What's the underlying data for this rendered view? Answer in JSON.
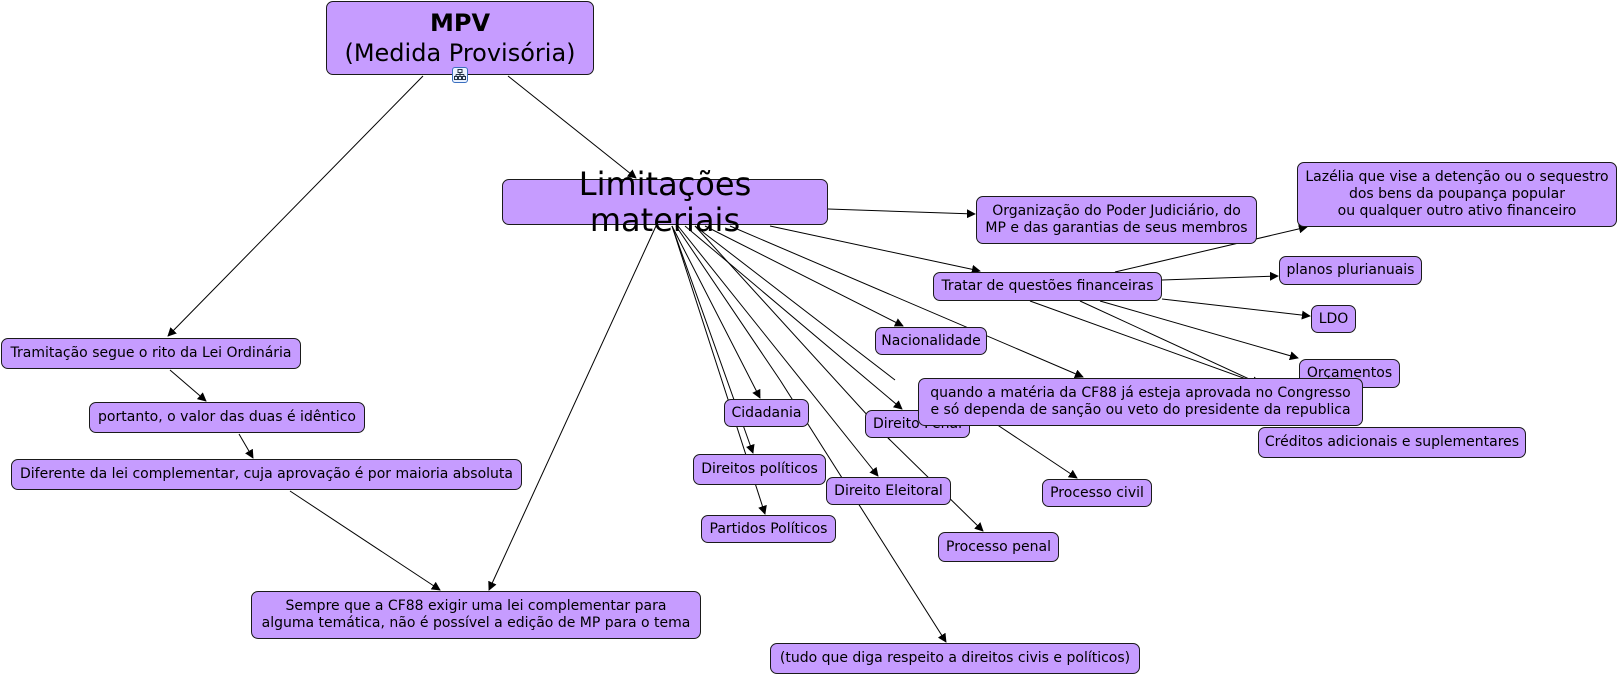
{
  "diagram": {
    "type": "concept-map",
    "nodes": {
      "root_title": "MPV",
      "root_subtitle": "(Medida Provisória)",
      "limitacoes": "Limitações materiais",
      "tramitacao": "Tramitação segue o rito da Lei Ordinária",
      "portanto": "portanto, o valor das duas é idêntico",
      "diferente": "Diferente da lei complementar, cuja aprovação é por maioria absoluta",
      "sempre": "Sempre que a CF88 exigir uma lei complementar para\nalguma temática, não é possível a edição de MP para o tema",
      "organizacao": "Organização do Poder Judiciário, do\nMP e das garantias de seus membros",
      "lazelia": "Lazélia que vise a detenção ou o sequestro\ndos bens da poupança popular\nou qualquer outro ativo financeiro",
      "tratar": "Tratar de questões financeiras",
      "planos": "planos plurianuais",
      "ldo": "LDO",
      "orcamentos": "Orçamentos",
      "creditos": "Créditos adicionais e suplementares",
      "nacionalidade": "Nacionalidade",
      "quando": "quando a matéria da CF88 já esteja aprovada no Congresso\ne só dependa de sanção ou veto do presidente da republica",
      "cidadania": "Cidadania",
      "direito_penal": "Direito Penal",
      "direitos_politicos": "Direitos políticos",
      "direito_eleitoral": "Direito Eleitoral",
      "processo_civil": "Processo civil",
      "partidos": "Partidos Políticos",
      "processo_penal": "Processo penal",
      "tudo": "(tudo que diga respeito a direitos civis e políticos)"
    },
    "edges": [
      [
        "root",
        "tramitacao"
      ],
      [
        "root",
        "limitacoes"
      ],
      [
        "tramitacao",
        "portanto"
      ],
      [
        "portanto",
        "diferente"
      ],
      [
        "diferente",
        "sempre"
      ],
      [
        "limitacoes",
        "sempre"
      ],
      [
        "limitacoes",
        "organizacao"
      ],
      [
        "limitacoes",
        "tratar"
      ],
      [
        "tratar",
        "lazelia"
      ],
      [
        "tratar",
        "planos"
      ],
      [
        "tratar",
        "ldo"
      ],
      [
        "tratar",
        "orcamentos"
      ],
      [
        "tratar",
        "creditos"
      ],
      [
        "limitacoes",
        "nacionalidade"
      ],
      [
        "limitacoes",
        "quando"
      ],
      [
        "limitacoes",
        "cidadania"
      ],
      [
        "limitacoes",
        "direitos_politicos"
      ],
      [
        "limitacoes",
        "partidos"
      ],
      [
        "limitacoes",
        "direito_penal"
      ],
      [
        "limitacoes",
        "direito_eleitoral"
      ],
      [
        "limitacoes",
        "processo_civil"
      ],
      [
        "limitacoes",
        "processo_penal"
      ],
      [
        "limitacoes",
        "tudo"
      ]
    ],
    "colors": {
      "node_fill": "#c69cff",
      "node_border": "#1a1a1a",
      "edge": "#000000"
    },
    "expand_icon": "concept-map-submap-icon"
  }
}
